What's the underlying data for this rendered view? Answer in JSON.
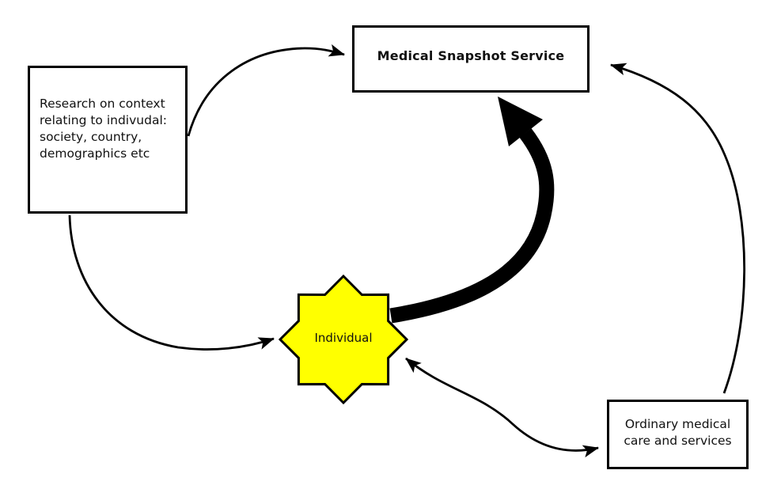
{
  "diagram": {
    "colors": {
      "background": "#ffffff",
      "line": "#000000",
      "star_fill": "#ffff00",
      "text": "#111111"
    },
    "nodes": {
      "service": {
        "label": "Medical Snapshot Service"
      },
      "research": {
        "lines": [
          "Research on context",
          "relating to indivudal:",
          "society, country,",
          "demographics etc"
        ]
      },
      "individual": {
        "label": "Individual"
      },
      "ordinary": {
        "lines": [
          "Ordinary medical",
          "care and services"
        ]
      }
    }
  }
}
